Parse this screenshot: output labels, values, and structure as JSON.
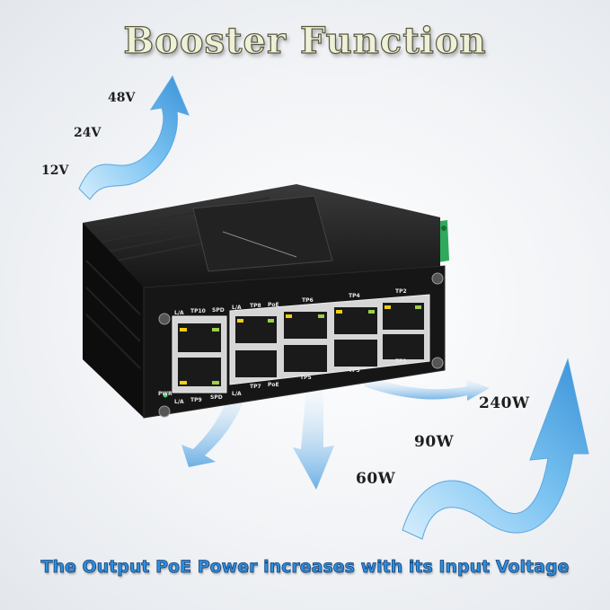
{
  "title": "Booster Function",
  "input_voltages": [
    "12V",
    "24V",
    "48V"
  ],
  "output_powers": [
    "60W",
    "90W",
    "240W"
  ],
  "caption": "The Output PoE Power increases with its Input Voltage",
  "device": {
    "port_labels_top": [
      "L/A",
      "TP10",
      "SPD",
      "L/A",
      "TP8",
      "PoE",
      "TP6",
      "TP4",
      "TP2"
    ],
    "port_labels_bottom": [
      "PWR",
      "L/A",
      "TP9",
      "SPD",
      "L/A",
      "TP7",
      "PoE",
      "TP5",
      "TP3",
      "TP1"
    ]
  },
  "colors": {
    "arrow": "#7cc4f2",
    "arrow_dark": "#3a92d8",
    "caption": "#2d8fe0",
    "device_body": "#161616",
    "terminal_block": "#2faa5c"
  }
}
